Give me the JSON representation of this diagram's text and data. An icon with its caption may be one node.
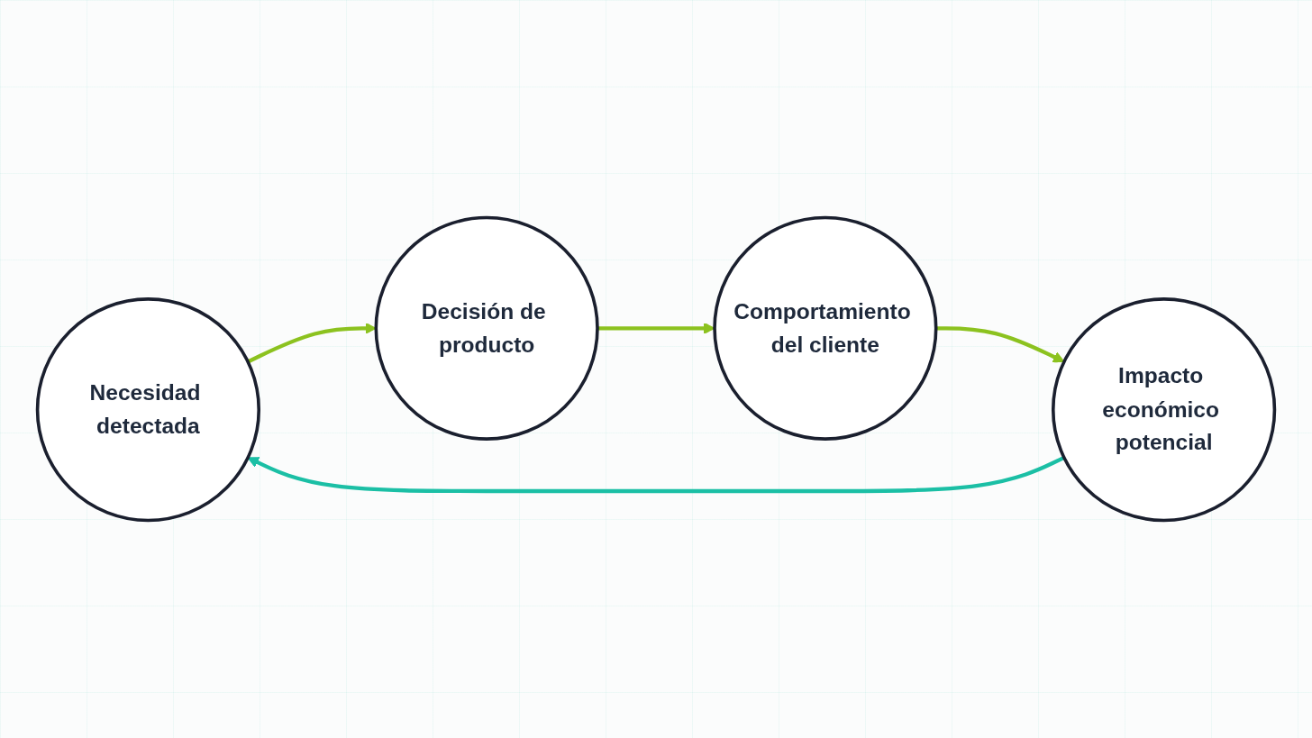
{
  "diagram": {
    "nodes": [
      {
        "text": [
          "Necesidad detectada"
        ]
      },
      {
        "text": [
          "Decisión de producto"
        ]
      },
      {
        "text": [
          "Comportamiento del cliente"
        ]
      },
      {
        "text": [
          "Impacto económico potencial"
        ]
      }
    ],
    "edges": [
      {
        "from": 0,
        "to": 1,
        "arrow": "to"
      },
      {
        "from": 1,
        "to": 2,
        "arrow": "to"
      },
      {
        "from": 2,
        "to": 3,
        "arrow": "to"
      },
      {
        "from": 3,
        "to": 0,
        "arrow": "to",
        "color": "#1bbfa5"
      }
    ]
  }
}
